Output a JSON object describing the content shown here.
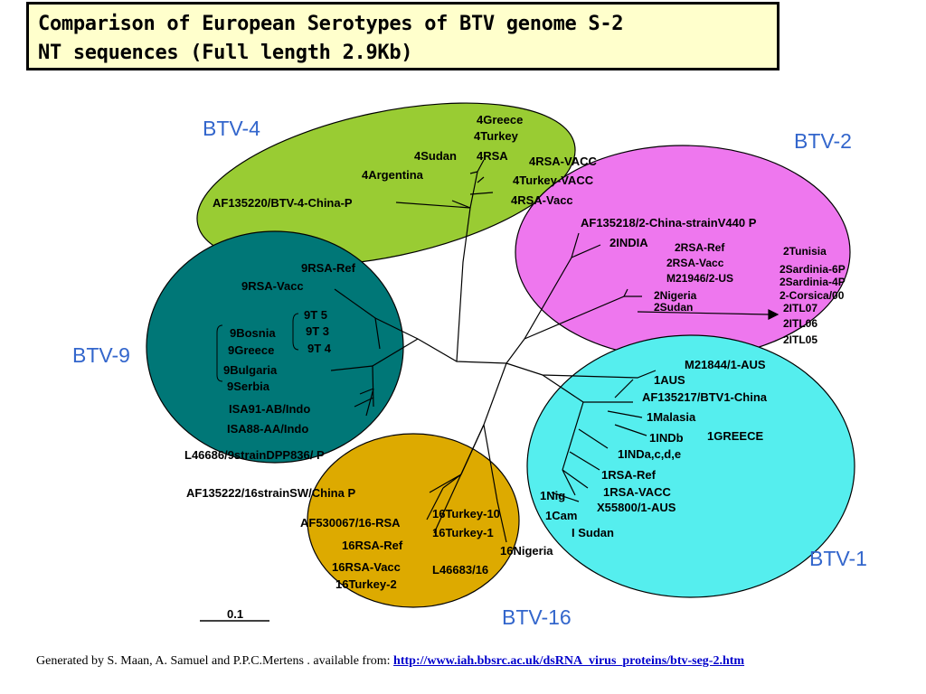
{
  "title": {
    "line1": "Comparison of European Serotypes of BTV genome S-2",
    "line2": "NT sequences (Full length 2.9Kb)"
  },
  "serotypes": {
    "btv4": "BTV-4",
    "btv2": "BTV-2",
    "btv9": "BTV-9",
    "btv1": "BTV-1",
    "btv16": "BTV-16"
  },
  "colors": {
    "btv4": "#99cc33",
    "btv2": "#ee77ee",
    "btv9": "#007777",
    "btv1": "#55eeee",
    "btv16": "#ddaa00"
  },
  "labels": {
    "btv4": [
      "4Greece",
      "4Turkey",
      "4Sudan",
      "4RSA",
      "4RSA-VACC",
      "4Argentina",
      "4Turkey-VACC",
      "4RSA-Vacc",
      "AF135220/BTV-4-China-P"
    ],
    "btv2": [
      "AF135218/2-China-strainV440 P",
      "2INDIA",
      "2RSA-Ref",
      "2RSA-Vacc",
      "M21946/2-US",
      "2Nigeria",
      "2Sudan",
      "2Tunisia",
      "2Sardinia-6P",
      "2Sardinia-4P",
      "2-Corsica/00",
      "2ITL07",
      "2ITL06",
      "2ITL05"
    ],
    "btv9": [
      "9RSA-Ref",
      "9RSA-Vacc",
      "9T 5",
      "9T 3",
      "9T 4",
      "9Bosnia",
      "9Greece",
      "9Bulgaria",
      "9Serbia",
      "ISA91-AB/Indo",
      "ISA88-AA/Indo",
      "L46686/9strainDPP836/ P"
    ],
    "btv1": [
      "M21844/1-AUS",
      "1AUS",
      "AF135217/BTV1-China",
      "1Malasia",
      "1INDb",
      "1GREECE",
      "1INDa,c,d,e",
      "1RSA-Ref",
      "1RSA-VACC",
      "1Nig",
      "X55800/1-AUS",
      "1Cam",
      "I Sudan"
    ],
    "btv16": [
      "AF135222/16strainSW/China P",
      "AF530067/16-RSA",
      "16Turkey-10",
      "16Turkey-1",
      "16RSA-Ref",
      "16Nigeria",
      "16RSA-Vacc",
      "L46683/16",
      "16Turkey-2"
    ]
  },
  "scale_bar": "0.1",
  "footer": {
    "text": "Generated by S. Maan, A. Samuel and P.P.C.Mertens .  available  from: ",
    "link": "http://www.iah.bbsrc.ac.uk/dsRNA_virus_proteins/btv-seg-2.htm"
  }
}
